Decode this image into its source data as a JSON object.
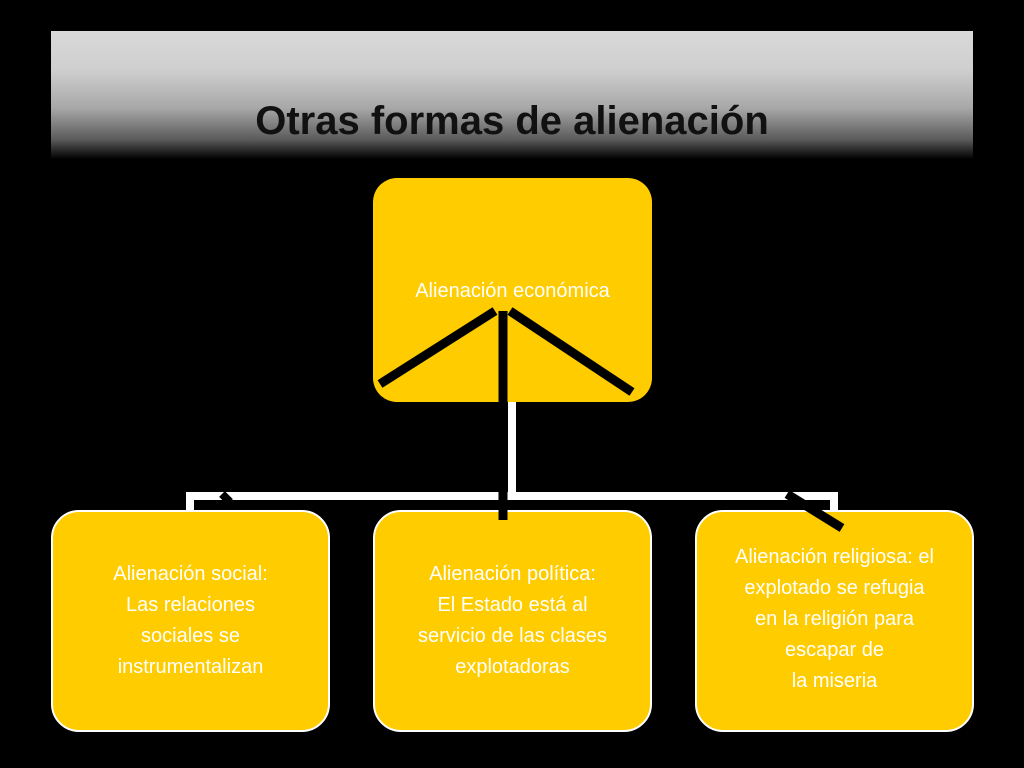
{
  "slide": {
    "title": "Otras formas de alienación"
  },
  "diagram": {
    "root": "Alienación económica",
    "children": [
      "Alienación social:\nLas relaciones\nsociales se\ninstrumentalizan",
      "Alienación política:\nEl Estado está al\nservicio de las clases\nexplotadoras",
      "Alienación religiosa: el\nexplotado se refugia\nen la religión para\nescapar de\nla miseria"
    ]
  },
  "colors": {
    "box_fill": "#ffcc00",
    "box_text": "#ffffff",
    "background": "#000000",
    "connector": "#ffffff"
  }
}
